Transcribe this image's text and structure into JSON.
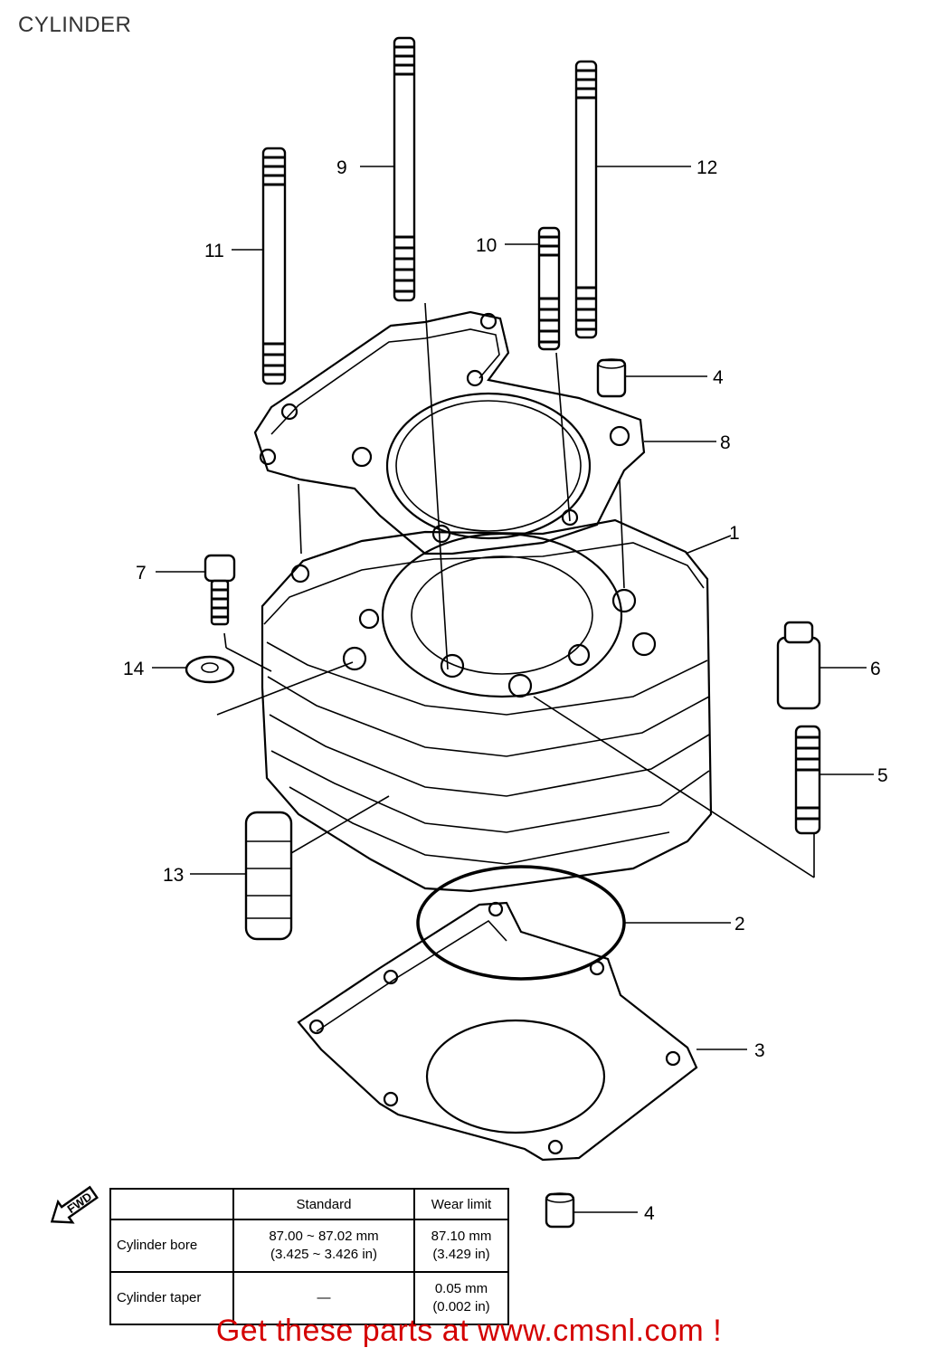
{
  "title": "CYLINDER",
  "callouts": {
    "c1": "1",
    "c2": "2",
    "c3": "3",
    "c4a": "4",
    "c4b": "4",
    "c5": "5",
    "c6": "6",
    "c7": "7",
    "c8": "8",
    "c9": "9",
    "c10": "10",
    "c11": "11",
    "c12": "12",
    "c13": "13",
    "c14": "14"
  },
  "fwd_label": "FWD",
  "spec_table": {
    "headers": [
      "",
      "Standard",
      "Wear limit"
    ],
    "rows": [
      {
        "label": "Cylinder bore",
        "standard_1": "87.00 ~ 87.02 mm",
        "standard_2": "(3.425 ~ 3.426 in)",
        "wear_1": "87.10 mm",
        "wear_2": "(3.429 in)"
      },
      {
        "label": "Cylinder taper",
        "standard_1": "—",
        "standard_2": "",
        "wear_1": "0.05 mm",
        "wear_2": "(0.002 in)"
      }
    ]
  },
  "cta": "Get these parts at www.cmsnl.com !",
  "colors": {
    "cta": "#d40000",
    "line": "#000000",
    "background": "#ffffff"
  }
}
